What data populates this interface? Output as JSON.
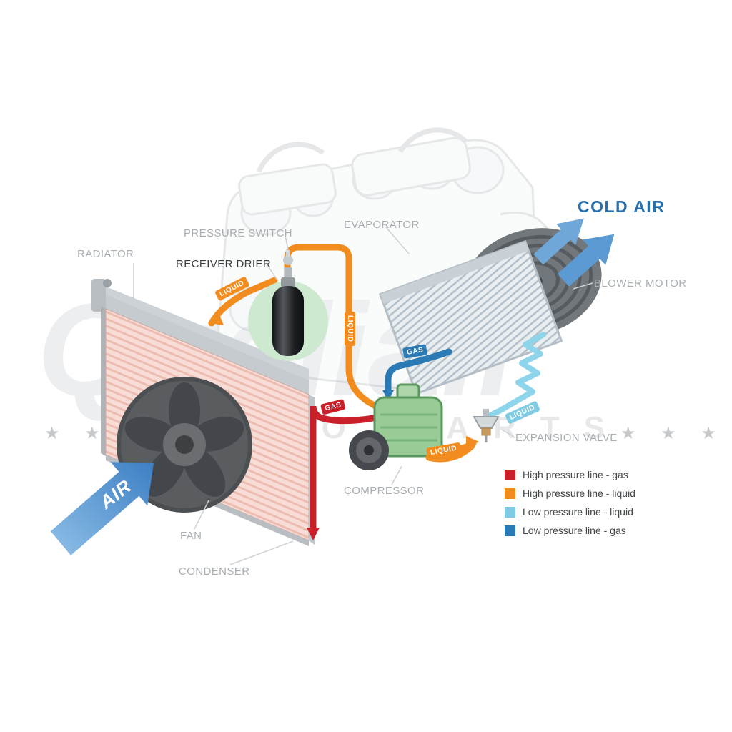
{
  "watermark": {
    "brand": "Qualiair",
    "subtitle": "AUTO PARTS",
    "stars": "★ ★ ★"
  },
  "labels": {
    "radiator": "RADIATOR",
    "pressure_switch": "PRESSURE SWITCH",
    "receiver_drier": "RECEIVER DRIER",
    "evaporator": "EVAPORATOR",
    "blower_motor": "BLOWER MOTOR",
    "expansion_valve": "EXPANSION VALVE",
    "compressor": "COMPRESSOR",
    "fan": "FAN",
    "condenser": "CONDENSER"
  },
  "flow": {
    "cold_air": "COLD AIR",
    "air": "AIR"
  },
  "pipe_labels": {
    "condenser_to_drier": "LIQUID",
    "drier_down_vertical": "LIQUID",
    "compressor_to_condenser": "GAS",
    "evaporator_to_compressor": "GAS",
    "valve_to_evaporator": "LIQUID",
    "to_expansion_valve": "LIQUID"
  },
  "legend": {
    "items": [
      {
        "id": "hp-gas",
        "label": "High pressure line - gas",
        "color": "#c9202a"
      },
      {
        "id": "hp-liquid",
        "label": "High pressure line - liquid",
        "color": "#f28c1f"
      },
      {
        "id": "lp-liquid",
        "label": "Low pressure line - liquid",
        "color": "#7ecbe3"
      },
      {
        "id": "lp-gas",
        "label": "Low pressure line -  gas",
        "color": "#2a7ab5"
      }
    ]
  },
  "colors": {
    "cold_air_text": "#2a6fad",
    "air_arrow": "#4f8fcd",
    "label_text": "#a9aeb2"
  }
}
